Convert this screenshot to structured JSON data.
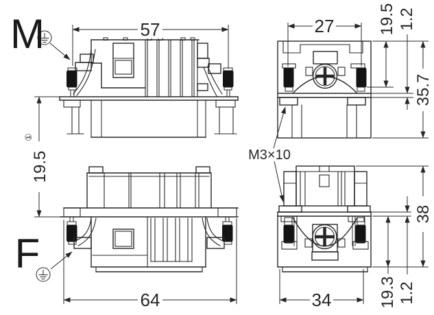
{
  "labels": {
    "male_view": "M",
    "female_view": "F",
    "thread_callout": "M3×10",
    "note_marker": "①"
  },
  "dimensions_mm": {
    "m_length": "57",
    "m_width": "27",
    "m_insert_depth": "19.5",
    "m_flange_thickness": "1.2",
    "m_total_height": "35.7",
    "panel_gap": "19.5",
    "f_length": "64",
    "f_width": "34",
    "f_insert_depth": "19.3",
    "f_flange_thickness": "1.2",
    "f_total_height": "38"
  },
  "icons": {
    "protective_earth": "earth-ground"
  },
  "colors": {
    "line": "#262626",
    "screw_fill": "#141414",
    "background": "#ffffff"
  }
}
